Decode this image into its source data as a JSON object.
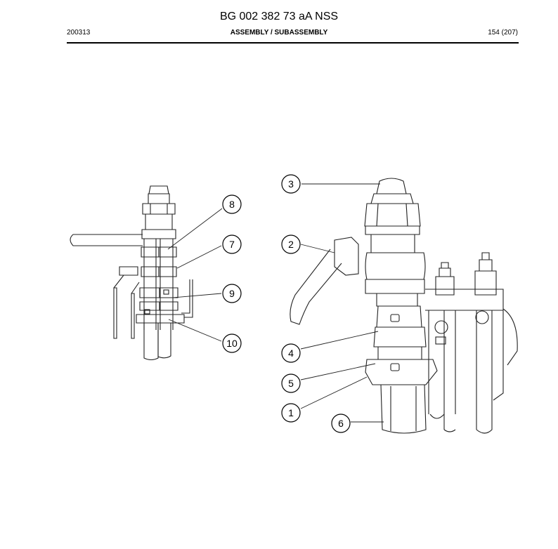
{
  "header": {
    "title": "BG 002 382 73 aA NSS",
    "date": "200313",
    "section": "ASSEMBLY / SUBASSEMBLY",
    "page": "154 (207)"
  },
  "callouts": {
    "c1": "1",
    "c2": "2",
    "c3": "3",
    "c4": "4",
    "c5": "5",
    "c6": "6",
    "c7": "7",
    "c8": "8",
    "c9": "9",
    "c10": "10"
  }
}
